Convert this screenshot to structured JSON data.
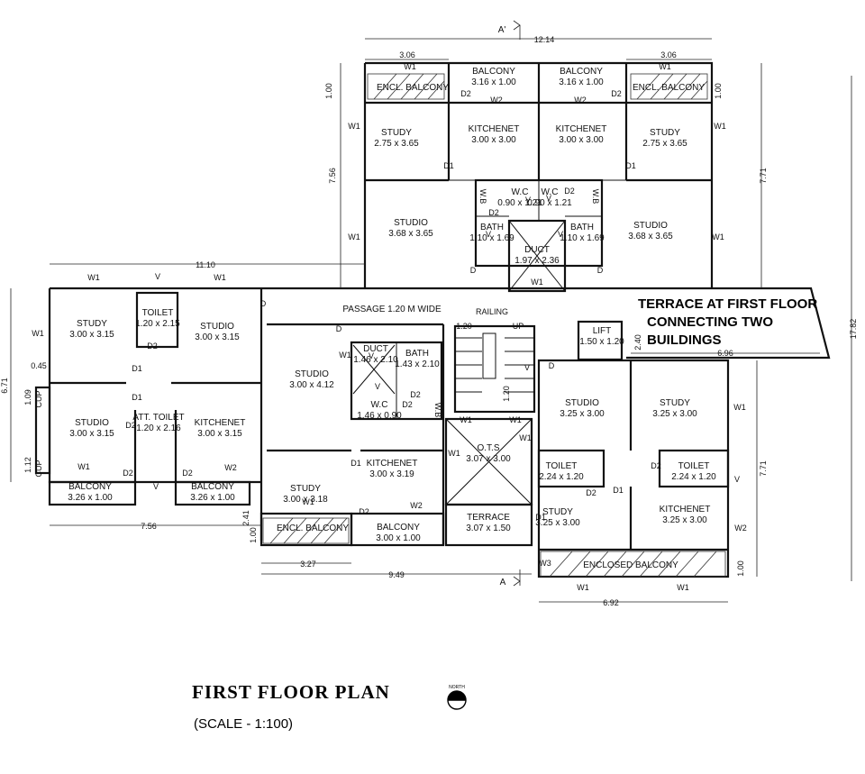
{
  "title": "FIRST FLOOR PLAN",
  "scale": "(SCALE - 1:100)",
  "north_label": "NORTH",
  "terrace_note": [
    "TERRACE AT FIRST FLOOR",
    "CONNECTING TWO",
    "BUILDINGS"
  ],
  "rooms": [
    {
      "name": "BALCONY",
      "size": "3.16 x 1.00"
    },
    {
      "name": "BALCONY",
      "size": "3.16 x 1.00"
    },
    {
      "name": "ENCL. BALCONY",
      "size": ""
    },
    {
      "name": "ENCL. BALCONY",
      "size": ""
    },
    {
      "name": "STUDY",
      "size": "2.75 x 3.65"
    },
    {
      "name": "KITCHENET",
      "size": "3.00 x 3.00"
    },
    {
      "name": "KITCHENET",
      "size": "3.00 x 3.00"
    },
    {
      "name": "STUDY",
      "size": "2.75 x 3.65"
    },
    {
      "name": "W.C",
      "size": "0.90 x 1.21"
    },
    {
      "name": "W.C",
      "size": "0.90 x 1.21"
    },
    {
      "name": "STUDIO",
      "size": "3.68 x 3.65"
    },
    {
      "name": "BATH",
      "size": "1.10 x 1.69"
    },
    {
      "name": "DUCT",
      "size": "1.97 x 2.36"
    },
    {
      "name": "BATH",
      "size": "1.10 x 1.69"
    },
    {
      "name": "STUDIO",
      "size": "3.68 x 3.65"
    },
    {
      "name": "STUDY",
      "size": "3.00 x 3.15"
    },
    {
      "name": "TOILET",
      "size": "1.20 x 2.15"
    },
    {
      "name": "STUDIO",
      "size": "3.00 x 3.15"
    },
    {
      "name": "PASSAGE 1.20 M WIDE",
      "size": ""
    },
    {
      "name": "LIFT",
      "size": "1.50 x 1.20"
    },
    {
      "name": "STUDIO",
      "size": "3.00 x 4.12"
    },
    {
      "name": "DUCT",
      "size": "1.46 x 2.10"
    },
    {
      "name": "BATH",
      "size": "1.43 x 2.10"
    },
    {
      "name": "W.C",
      "size": "1.46 x 0.90"
    },
    {
      "name": "STUDIO",
      "size": "3.25 x 3.00"
    },
    {
      "name": "STUDY",
      "size": "3.25 x 3.00"
    },
    {
      "name": "STUDIO",
      "size": "3.00 x 3.15"
    },
    {
      "name": "ATT. TOILET",
      "size": "1.20 x 2.16"
    },
    {
      "name": "KITCHENET",
      "size": "3.00 x 3.15"
    },
    {
      "name": "KITCHENET",
      "size": "3.00 x 3.19"
    },
    {
      "name": "O.T.S",
      "size": "3.07 x 3.00"
    },
    {
      "name": "TOILET",
      "size": "2.24 x 1.20"
    },
    {
      "name": "TOILET",
      "size": "2.24 x 1.20"
    },
    {
      "name": "BALCONY",
      "size": "3.26 x 1.00"
    },
    {
      "name": "BALCONY",
      "size": "3.26 x 1.00"
    },
    {
      "name": "STUDY",
      "size": "3.00 x 3.18"
    },
    {
      "name": "ENCL. BALCONY",
      "size": ""
    },
    {
      "name": "BALCONY",
      "size": "3.00 x 1.00"
    },
    {
      "name": "TERRACE",
      "size": "3.07 x 1.50"
    },
    {
      "name": "STUDY",
      "size": "3.25 x 3.00"
    },
    {
      "name": "KITCHENET",
      "size": "3.25 x 3.00"
    },
    {
      "name": "ENCLOSED BALCONY",
      "size": ""
    }
  ],
  "dimensions": [
    "12.14",
    "3.06",
    "3.06",
    "7.56",
    "7.71",
    "17.82",
    "11.10",
    "6.71",
    "0.45",
    "1.09",
    "1.12",
    "7.56",
    "2.41",
    "1.00",
    "3.27",
    "9.49",
    "6.96",
    "7.71",
    "1.00",
    "6.92",
    "2.40",
    "1.20",
    "1.20",
    "1.00",
    "1.00"
  ],
  "markers": [
    "D",
    "D1",
    "D2",
    "W1",
    "W2",
    "W3",
    "V",
    "W.B",
    "CUP",
    "UP",
    "RAILING",
    "A'",
    "A"
  ]
}
